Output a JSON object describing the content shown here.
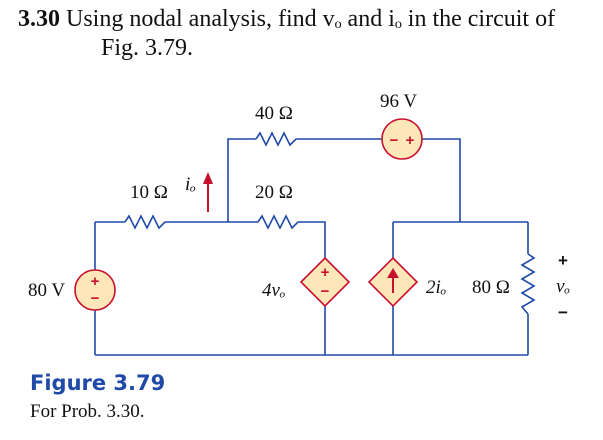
{
  "problem": {
    "number": "3.30",
    "line1": "Using nodal analysis, find vₒ and iₒ in the circuit of",
    "line2": "Fig. 3.79."
  },
  "circuit": {
    "r40": "40 Ω",
    "v96": "96 V",
    "r10": "10 Ω",
    "io_label": "iₒ",
    "r20": "20 Ω",
    "v80": "80 V",
    "dep_v": "4vₒ",
    "dep_i": "2iₒ",
    "r80": "80 Ω",
    "vo_label": "vₒ",
    "plus": "+",
    "minus": "−"
  },
  "figure": {
    "title": "Figure 3.79",
    "caption": "For Prob. 3.30."
  },
  "colors": {
    "wire": "#1f4aa8",
    "source_outline": "#c8102e",
    "source_fill": "#fde7b8",
    "figure_title": "#1f4aa8"
  }
}
